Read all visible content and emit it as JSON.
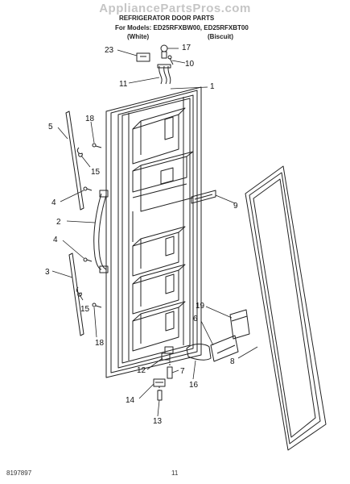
{
  "watermark": "AppliancePartsPros.com",
  "header": {
    "title": "REFRIGERATOR DOOR PARTS",
    "models_line": "For Models: ED25RFXBW00, ED25RFXBT00",
    "variant_left": "(White)",
    "variant_right": "(Biscuit)"
  },
  "callouts": [
    {
      "id": "23",
      "text": "23"
    },
    {
      "id": "17",
      "text": "17"
    },
    {
      "id": "10",
      "text": "10"
    },
    {
      "id": "11",
      "text": "11"
    },
    {
      "id": "1",
      "text": "1"
    },
    {
      "id": "5",
      "text": "5"
    },
    {
      "id": "18a",
      "text": "18"
    },
    {
      "id": "15a",
      "text": "15"
    },
    {
      "id": "4a",
      "text": "4"
    },
    {
      "id": "9",
      "text": "9"
    },
    {
      "id": "2",
      "text": "2"
    },
    {
      "id": "4b",
      "text": "4"
    },
    {
      "id": "3",
      "text": "3"
    },
    {
      "id": "15b",
      "text": "15"
    },
    {
      "id": "18b",
      "text": "18"
    },
    {
      "id": "19",
      "text": "19"
    },
    {
      "id": "6",
      "text": "6"
    },
    {
      "id": "8",
      "text": "8"
    },
    {
      "id": "12",
      "text": "12"
    },
    {
      "id": "7",
      "text": "7"
    },
    {
      "id": "16",
      "text": "16"
    },
    {
      "id": "14",
      "text": "14"
    },
    {
      "id": "13",
      "text": "13"
    }
  ],
  "footer": {
    "doc_number": "8197897",
    "page_number": "11"
  }
}
